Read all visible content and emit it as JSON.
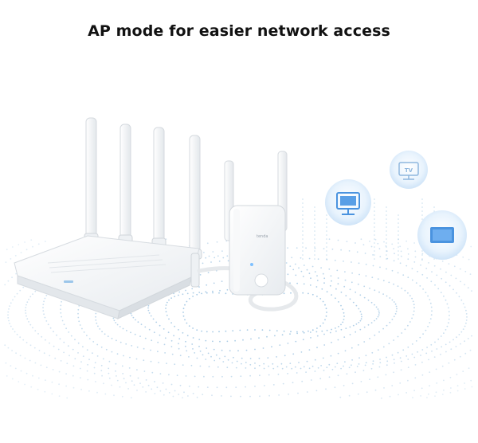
{
  "headline": "AP mode for easier network access",
  "colors": {
    "dots": "#8ab8dc",
    "device_body": "#f4f6f8",
    "device_shadow": "#d8dde3",
    "bubble": "#d9ebfb",
    "icon_blue": "#3f8fe0"
  },
  "devices": {
    "router": {
      "icon": "wifi-router-image",
      "antenna_count": 4
    },
    "extender": {
      "icon": "range-extender-image",
      "antenna_count": 2,
      "brand": "tenda"
    }
  },
  "client_bubbles": [
    {
      "icon": "tv-icon",
      "label": "TV"
    },
    {
      "icon": "monitor-icon"
    },
    {
      "icon": "laptop-icon"
    }
  ]
}
